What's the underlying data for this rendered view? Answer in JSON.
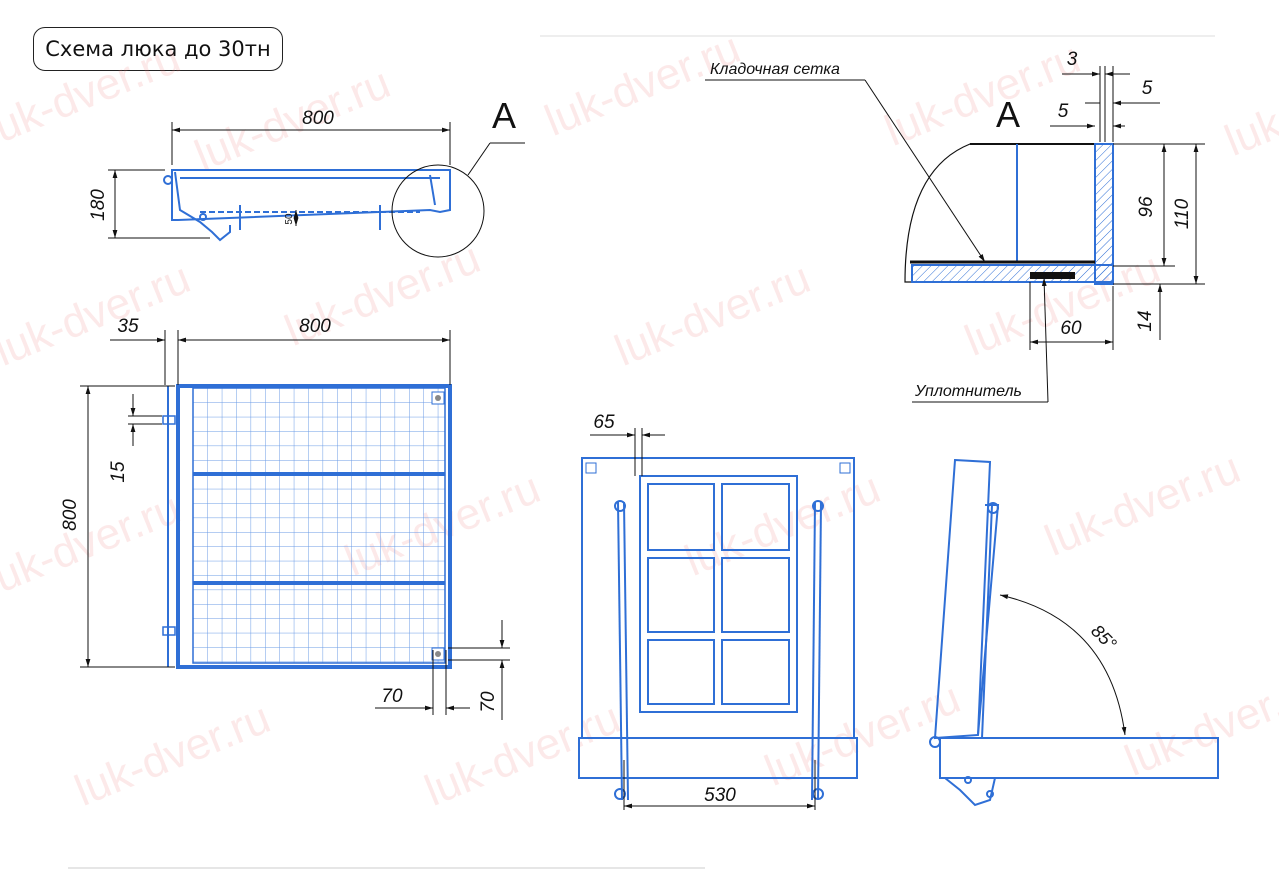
{
  "title": "Схема люка до 30тн",
  "watermark": "luk-dver.ru",
  "colors": {
    "outline": "#2f6fd6",
    "dimension": "#111111",
    "watermark": "#eb7878"
  },
  "side_view": {
    "width_label": "800",
    "height_label": "180",
    "inner_label": "50",
    "detail_marker": "A"
  },
  "top_view": {
    "offset_label": "35",
    "width_label": "800",
    "height_label": "800",
    "grid_step_label": "15",
    "corner_x_label": "70",
    "corner_y_label": "70"
  },
  "detail_a": {
    "marker": "A",
    "mesh_label": "Кладочная сетка",
    "seal_label": "Уплотнитель",
    "dims": {
      "d3": "3",
      "d5a": "5",
      "d5b": "5",
      "d96": "96",
      "d110": "110",
      "d14": "14",
      "d60": "60"
    }
  },
  "front_view": {
    "top_label": "65",
    "bottom_label": "530"
  },
  "open_view": {
    "angle_label": "85°"
  }
}
